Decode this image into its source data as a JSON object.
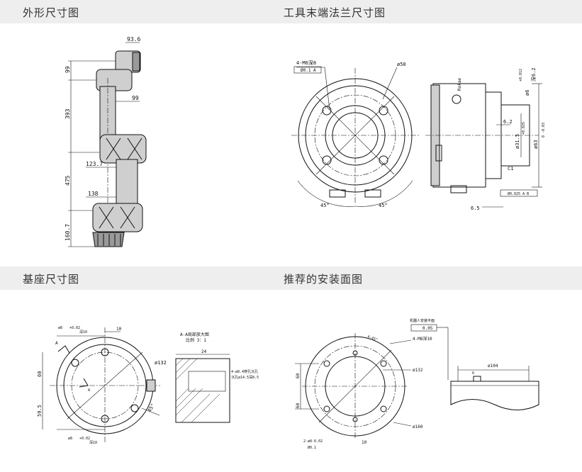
{
  "sections": {
    "outline": {
      "title": "外形尺寸图"
    },
    "flange": {
      "title": "工具末端法兰尺寸图"
    },
    "base": {
      "title": "基座尺寸图"
    },
    "mount": {
      "title": "推荐的安装面图"
    }
  },
  "outline_dims": {
    "d1": "93.6",
    "d2": "99",
    "d3": "393",
    "d4": "99",
    "d5": "123.7",
    "d6": "475",
    "d7": "138",
    "d8": "160.7"
  },
  "flange_dims": {
    "holes": "4-M6深8",
    "tol": "Ø0.1 A",
    "dia50": "ø50",
    "ang1": "45°",
    "ang2": "45°",
    "d_6": "ø6",
    "d_6tol": "+0.012",
    "depth": "深6.2",
    "d62": "6.2",
    "d315": "ø31.5",
    "d315tol": "+0.025",
    "d63": "ø63",
    "d63tol": "0 -0.03",
    "c1": "C1",
    "d65": "6.5",
    "tol2": "Ø0.025 A B",
    "brand": "Rokae"
  },
  "base_dims": {
    "top_hole": "ø8",
    "top_tol": "+0.02",
    "top_depth": "深10",
    "d10": "10",
    "d60": "60",
    "d595": "59.5",
    "d132": "ø132",
    "ang": "45°",
    "bot_hole": "ø8",
    "bot_tol": "+0.02",
    "bot_depth": "深10",
    "section_title": "A-A局部放大图",
    "section_scale": "比例 3：1",
    "d24": "24",
    "note1": "4-ø8.4穿孔沉孔",
    "note2": "沉孔ø14.5深8.5",
    "label_a": "A"
  },
  "mount_dims": {
    "plane_title": "机器人安装平面",
    "flat_tol": "0.05",
    "ang": "4-45°",
    "holes": "4-M8深10",
    "d132": "ø132",
    "d60a": "60",
    "d60b": "60",
    "d160": "ø160",
    "pins": "2-ø8-0.02",
    "pin_tol": "Ø0.1",
    "d10": "10",
    "d104": "ø104",
    "d6": "6"
  }
}
